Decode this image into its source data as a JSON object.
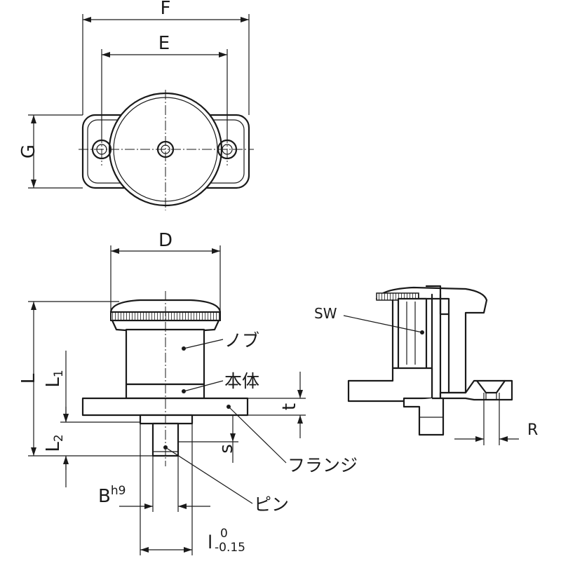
{
  "dimensions": {
    "F": "F",
    "E": "E",
    "G": "G",
    "D": "D",
    "L": "L",
    "L1_main": "L",
    "L1_sub": "1",
    "L2_main": "L",
    "L2_sub": "2",
    "t": "t",
    "s": "s",
    "B_main": "B",
    "B_sup": "h9",
    "l_main": "l",
    "l_upper": "0",
    "l_lower": "-0.15",
    "SW": "SW",
    "R": "R"
  },
  "parts": {
    "knob": "ノブ",
    "body": "本体",
    "flange": "フランジ",
    "pin": "ピン"
  },
  "colors": {
    "line": "#1a1a1a",
    "background": "#ffffff"
  }
}
